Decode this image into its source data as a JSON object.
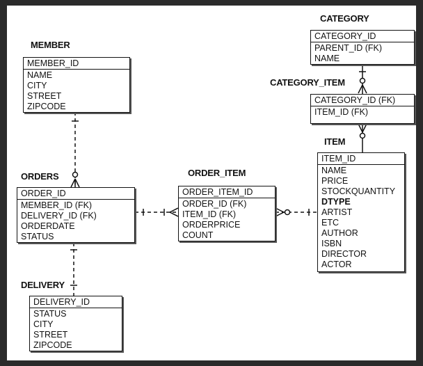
{
  "entities": {
    "member": {
      "title": "MEMBER",
      "pk": "MEMBER_ID",
      "attrs": [
        "NAME",
        "CITY",
        "STREET",
        "ZIPCODE"
      ]
    },
    "orders": {
      "title": "ORDERS",
      "pk": "ORDER_ID",
      "attrs": [
        "MEMBER_ID (FK)",
        "DELIVERY_ID (FK)",
        "ORDERDATE",
        "STATUS"
      ]
    },
    "delivery": {
      "title": "DELIVERY",
      "pk": "DELIVERY_ID",
      "attrs": [
        "STATUS",
        "CITY",
        "STREET",
        "ZIPCODE"
      ]
    },
    "order_item": {
      "title": "ORDER_ITEM",
      "pk": "ORDER_ITEM_ID",
      "attrs": [
        "ORDER_ID (FK)",
        "ITEM_ID (FK)",
        "ORDERPRICE",
        "COUNT"
      ]
    },
    "category": {
      "title": "CATEGORY",
      "pk": "CATEGORY_ID",
      "attrs": [
        "PARENT_ID (FK)",
        "NAME"
      ]
    },
    "category_item": {
      "title": "CATEGORY_ITEM",
      "pk": "CATEGORY_ID (FK)",
      "attrs": [
        "ITEM_ID (FK)"
      ]
    },
    "item": {
      "title": "ITEM",
      "pk": "ITEM_ID",
      "attrs": [
        "NAME",
        "PRICE",
        "STOCKQUANTITY",
        "DTYPE",
        "ARTIST",
        "ETC",
        "AUTHOR",
        "ISBN",
        "DIRECTOR",
        "ACTOR"
      ]
    }
  }
}
